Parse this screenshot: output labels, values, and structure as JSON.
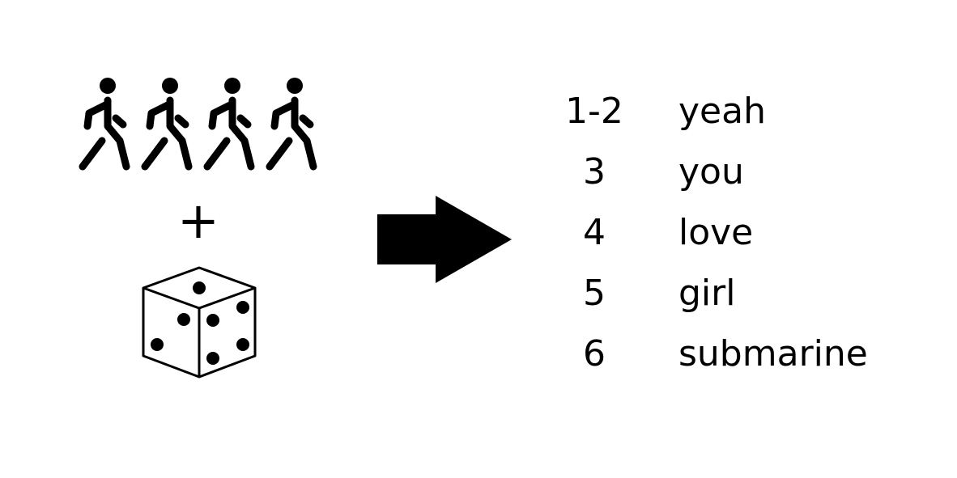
{
  "walker_icon": "person-walking-icon",
  "walker_count": 4,
  "plus_symbol": "+",
  "die_icon": "die-icon",
  "arrow_icon": "arrow-right-icon",
  "rows": [
    {
      "roll": "1-2",
      "word": "yeah"
    },
    {
      "roll": "3",
      "word": "you"
    },
    {
      "roll": "4",
      "word": "love"
    },
    {
      "roll": "5",
      "word": "girl"
    },
    {
      "roll": "6",
      "word": "submarine"
    }
  ]
}
